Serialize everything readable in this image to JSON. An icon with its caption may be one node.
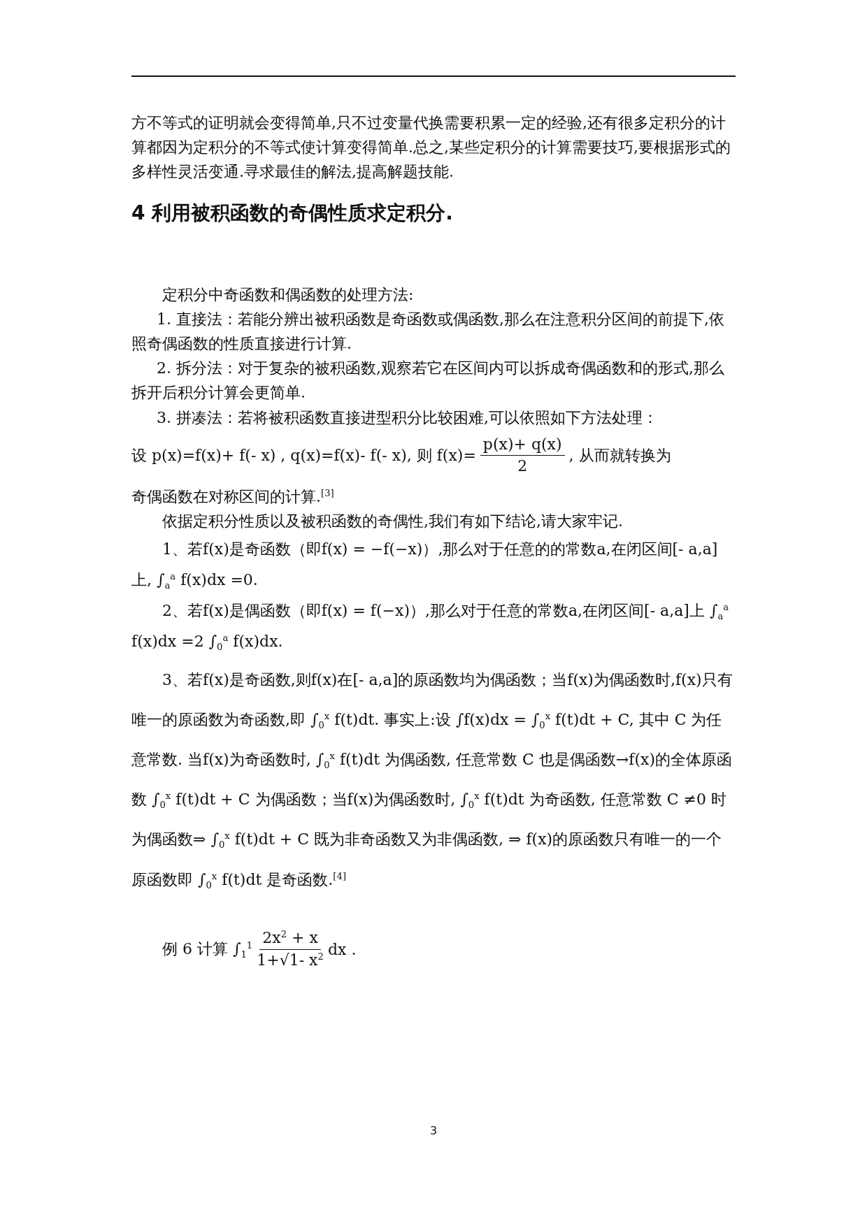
{
  "diagram": {
    "title": "4 利用被积函数的奇偶性质求定积分.",
    "labels": [
      "方不等式的证明就会变得简单,只不过变量代换需要积累一定的经验,还有很多定积分的计算都因为定积分的不等式使计算变得简单.总之,某些定积分的计算需要技巧,要根据形式的多样性灵活变通.寻求最佳的解法,提高解题技能.",
      "定积分中奇函数和偶函数的处理方法:",
      "1. 直接法：若能分辨出被积函数是奇函数或偶函数,那么在注意积分区间的前提下,依照奇偶函数的性质直接进行计算.",
      "2. 拆分法：对于复杂的被积函数,观察若它在区间内可以拆成奇偶函数和的形式,那么拆开后积分计算会更简单.",
      "3. 拼凑法：若将被积函数直接进型积分比较困难,可以依照如下方法处理：",
      "设 p(x)=f(x)+ f(- x) , q(x)=f(x)- f(- x), 则 f(x)=",
      "p(x)+ q(x)",
      "2",
      ", 从而就转换为",
      "奇偶函数在对称区间的计算.$^{[3]}$",
      "依据定积分性质以及被积函数的奇偶性,我们有如下结论,请大家牢记.",
      "1、若f(x)是奇函数（即f(x) = −f(−x)）,那么对于任意的的常数a,在闭区间[- a,a]上, ∫$_{a}$$^{a}$ f(x)dx =0.",
      "2、若f(x)是偶函数（即f(x) = f(−x)）,那么对于任意的常数a,在闭区间[- a,a]上 ∫$_{a}$$^{a}$ f(x)dx =2 ∫$_{0}$$^{a}$ f(x)dx.",
      "3、若f(x)是奇函数,则f(x)在[- a,a]的原函数均为偶函数；当f(x)为偶函数时,f(x)只有唯一的原函数为奇函数,即 ∫$_{0}$$^{x}$ f(t)dt. 事实上:设 ∫f(x)dx = ∫$_{0}$$^{x}$ f(t)dt + C, 其中 C 为任意常数. 当f(x)为奇函数时, ∫$_{0}$$^{x}$ f(t)dt 为偶函数, 任意常数 C 也是偶函数→f(x)的全体原函数 ∫$_{0}$$^{x}$ f(t)dt + C 为偶函数；当f(x)为偶函数时, ∫$_{0}$$^{x}$ f(t)dt 为奇函数, 任意常数 C ≠0 时为偶函数⇒ ∫$_{0}$$^{x}$ f(t)dt + C 既为非奇函数又为非偶函数, ⇒ f(x)的原函数只有唯一的一个原函数即 ∫$_{0}$$^{x}$ f(t)dt 是奇函数.$^{[4]}$",
      "例 6 计算 ∫$_{1}$$^{1}$",
      "2x$^{2}$ + x",
      "1+√1- x$^{2}$",
      "dx .",
      "3"
    ]
  }
}
